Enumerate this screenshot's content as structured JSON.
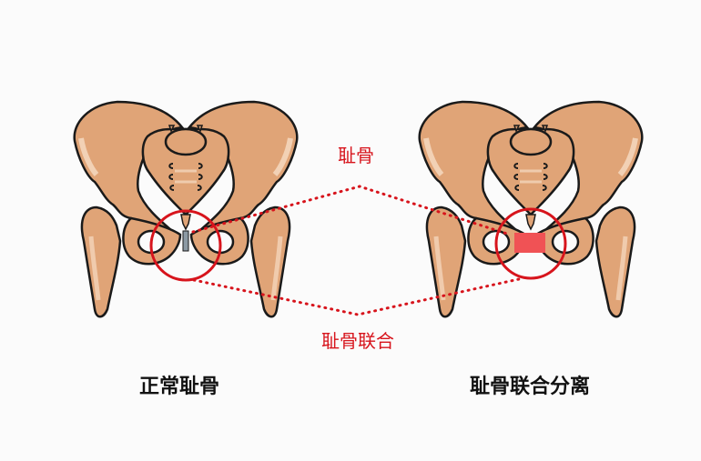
{
  "annotations": {
    "pubic_bone": "耻骨",
    "pubic_symphysis": "耻骨联合"
  },
  "panels": [
    {
      "id": "normal",
      "caption": "正常耻骨",
      "symphysis_state": "normal",
      "symphysis_color": "#8c9aa4"
    },
    {
      "id": "separated",
      "caption": "耻骨联合分离",
      "symphysis_state": "separated",
      "symphysis_color": "#f05255"
    }
  ],
  "colors": {
    "bone": "#e0a477",
    "bone_highlight": "#f6dcc4",
    "outline": "#1a1a1a",
    "highlight_circle": "#d7141c",
    "leader_line": "#d7141c",
    "background": "#fbfbfb"
  }
}
